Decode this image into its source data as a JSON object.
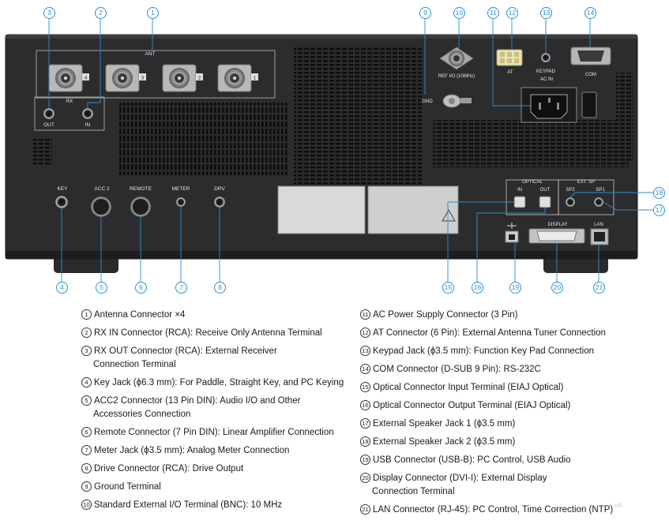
{
  "panel": {
    "labels": {
      "ant": "ANT",
      "rx": "RX",
      "out": "OUT",
      "in": "IN",
      "ref_io": "REF I/O (10MHz)",
      "gnd": "GND",
      "at": "AT",
      "keypad": "KEYPAD",
      "ac_in": "AC IN",
      "com": "COM",
      "key": "KEY",
      "acc2": "ACC 2",
      "remote": "REMOTE",
      "meter": "METER",
      "drv": "DRV",
      "optical": "OPTICAL",
      "opt_in": "IN",
      "opt_out": "OUT",
      "ext_sp": "EXT. SP",
      "sp2": "SP2",
      "sp1": "SP1",
      "display": "DISPLAY",
      "lan": "LAN",
      "ant1": "1",
      "ant2": "2",
      "ant3": "3",
      "ant4": "4"
    }
  },
  "callouts": [
    "1",
    "2",
    "3",
    "4",
    "5",
    "6",
    "7",
    "8",
    "9",
    "10",
    "11",
    "12",
    "13",
    "14",
    "15",
    "16",
    "17",
    "18",
    "19",
    "20",
    "21"
  ],
  "legend": {
    "left": [
      {
        "num": "1",
        "text": "Antenna Connector ×4"
      },
      {
        "num": "2",
        "text": "RX IN Connector (RCA): Receive Only Antenna Terminal"
      },
      {
        "num": "3",
        "text": "RX OUT Connector (RCA): External Receiver",
        "cont": "Connection Terminal"
      },
      {
        "num": "4",
        "text": "Key Jack (ϕ6.3 mm): For Paddle, Straight Key, and PC Keying"
      },
      {
        "num": "5",
        "text": "ACC2 Connector (13 Pin DIN): Audio I/O and Other",
        "cont": "Accessories Connection"
      },
      {
        "num": "6",
        "text": "Remote Connector (7 Pin DIN): Linear Amplifier Connection"
      },
      {
        "num": "7",
        "text": "Meter Jack (ϕ3.5 mm): Analog Meter Connection"
      },
      {
        "num": "8",
        "text": "Drive Connector (RCA): Drive Output"
      },
      {
        "num": "9",
        "text": "Ground Terminal"
      },
      {
        "num": "10",
        "text": "Standard External I/O Terminal (BNC): 10 MHz"
      }
    ],
    "right": [
      {
        "num": "11",
        "text": "AC Power Supply Connector (3 Pin)"
      },
      {
        "num": "12",
        "text": "AT Connector (6 Pin): External Antenna Tuner Connection"
      },
      {
        "num": "13",
        "text": "Keypad Jack (ϕ3.5 mm): Function Key Pad Connection"
      },
      {
        "num": "14",
        "text": "COM Connector (D-SUB 9 Pin): RS-232C"
      },
      {
        "num": "15",
        "text": "Optical Connector Input Terminal (EIAJ Optical)"
      },
      {
        "num": "16",
        "text": "Optical Connector Output Terminal (EIAJ Optical)"
      },
      {
        "num": "17",
        "text": "External Speaker Jack 1 (ϕ3.5 mm)"
      },
      {
        "num": "18",
        "text": "External Speaker Jack 2 (ϕ3.5 mm)"
      },
      {
        "num": "19",
        "text": "USB Connector (USB-B): PC Control, USB Audio"
      },
      {
        "num": "20",
        "text": "Display Connector (DVI-I): External Display",
        "cont": "Connection Terminal"
      },
      {
        "num": "21",
        "text": "LAN Connector (RJ-45): PC Control, Time Correction (NTP)"
      }
    ]
  },
  "watermark": "VB"
}
